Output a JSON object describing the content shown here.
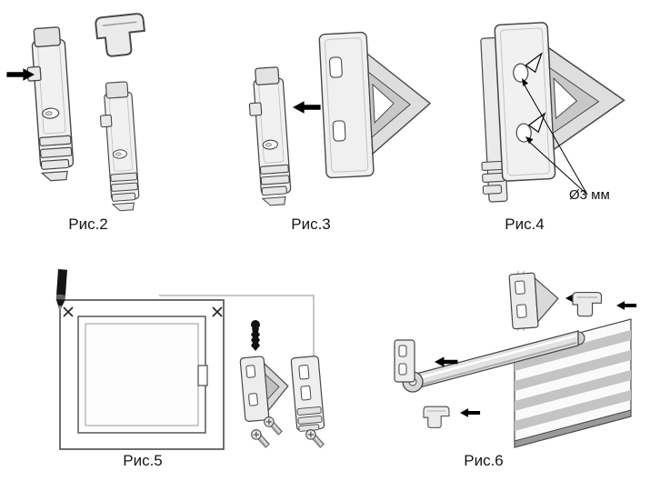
{
  "page": {
    "background": "#ffffff",
    "line_color": "#474747",
    "plastic_light": "#f1f1f1",
    "plastic_mid": "#dedede",
    "plastic_dark": "#c8c8c8"
  },
  "figures": {
    "fig2": {
      "label": "Рис.2"
    },
    "fig3": {
      "label": "Рис.3"
    },
    "fig4": {
      "label": "Рис.4",
      "annotation": "Ø3 мм"
    },
    "fig5": {
      "label": "Рис.5"
    },
    "fig6": {
      "label": "Рис.6"
    }
  }
}
